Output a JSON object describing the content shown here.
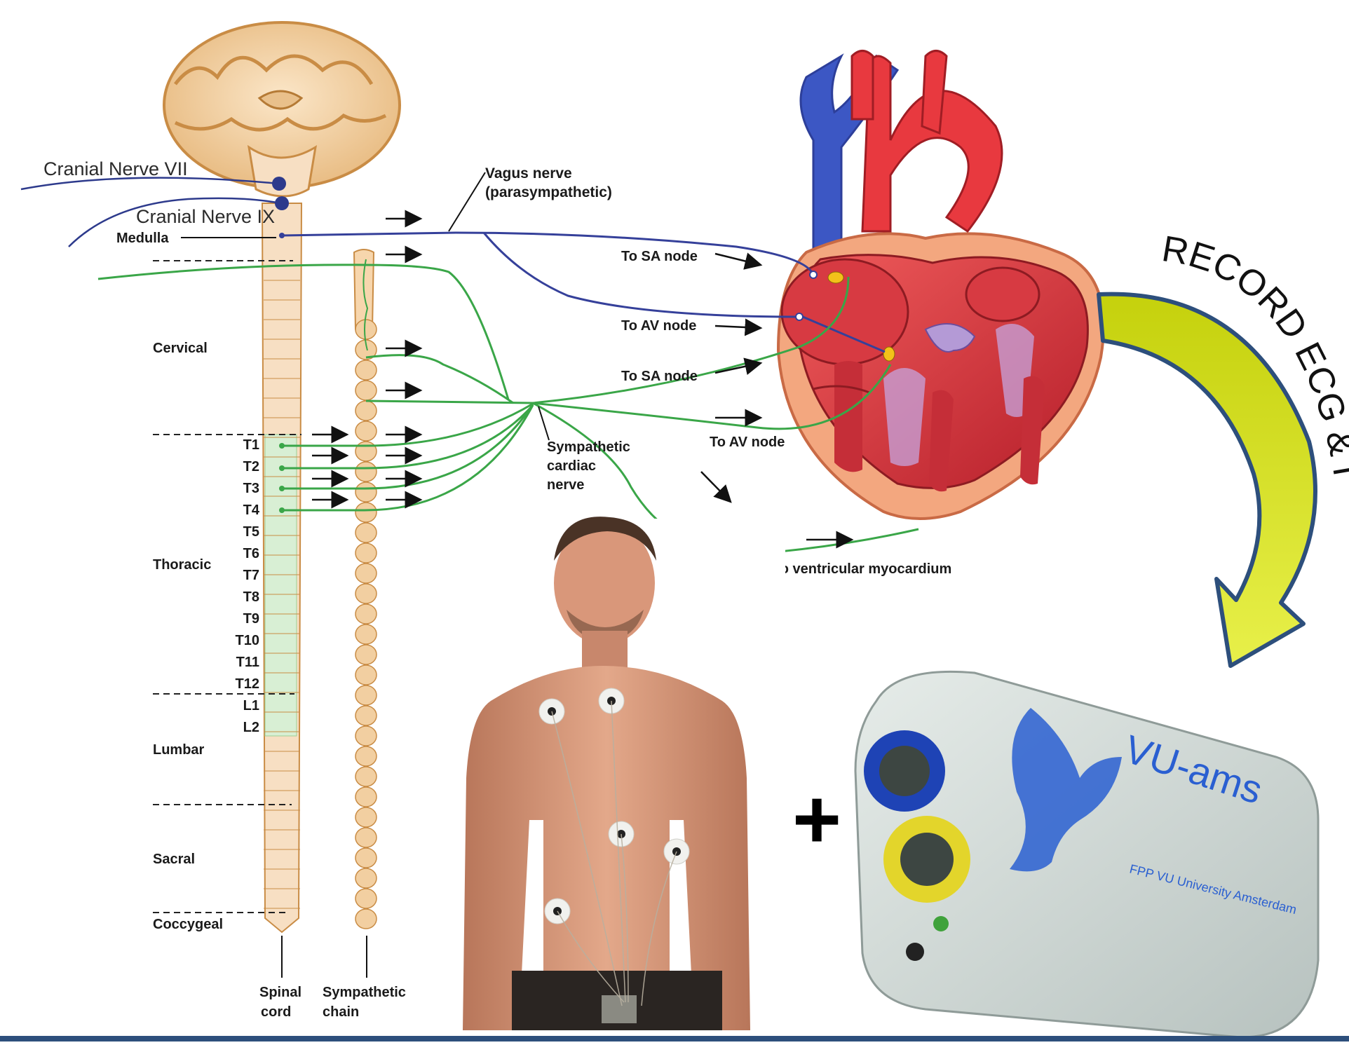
{
  "labels": {
    "cranial_nerve_vii": "Cranial Nerve VII",
    "cranial_nerve_ix": "Cranial Nerve IX",
    "medulla": "Medulla",
    "vagus_line1": "Vagus nerve",
    "vagus_line2": "(parasympathetic)",
    "to_sa_node_1": "To SA node",
    "to_av_node_1": "To AV node",
    "to_sa_node_2": "To SA node",
    "to_av_node_2": "To AV node",
    "to_ventricular": "To ventricular myocardium",
    "symp_line1": "Sympathetic",
    "symp_line2": "cardiac",
    "symp_line3": "nerve",
    "cervical": "Cervical",
    "thoracic": "Thoracic",
    "lumbar": "Lumbar",
    "sacral": "Sacral",
    "coccygeal": "Coccygeal",
    "spinal_line1": "Spinal",
    "spinal_line2": "cord",
    "chain_line1": "Sympathetic",
    "chain_line2": "chain"
  },
  "segments": [
    "T1",
    "T2",
    "T3",
    "T4",
    "T5",
    "T6",
    "T7",
    "T8",
    "T9",
    "T10",
    "T11",
    "T12",
    "L1",
    "L2"
  ],
  "record_text": "RECORD ECG & ICG",
  "plus_sign": "+",
  "device": {
    "brand": "VU-ams",
    "subtitle": "FPP VU University Amsterdam"
  },
  "colors": {
    "vagus_blue": "#35409a",
    "sympathetic_green": "#3aa648",
    "cranial_blue": "#2d3a8c",
    "heart_red": "#d8333a",
    "vein_blue": "#3c57c4",
    "arrow_yellow": "#c7d400",
    "arrow_outline": "#2d4f7c",
    "spine_fill": "#f7dfc3",
    "thoracic_fill": "#d8efd4",
    "footer_bar": "#2d4f7c"
  }
}
